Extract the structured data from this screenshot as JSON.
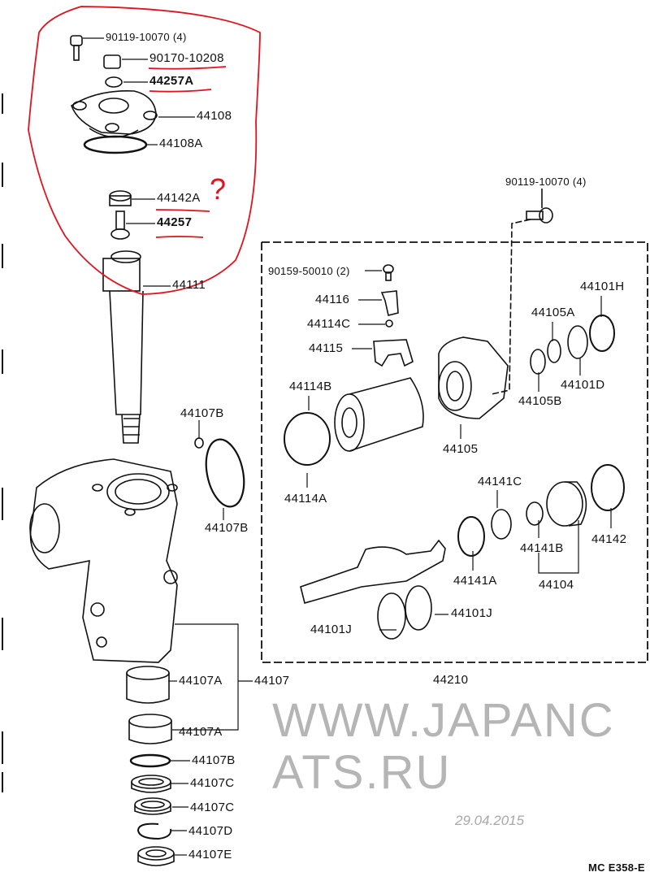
{
  "diagram": {
    "labels": {
      "top_bolt": "90119-10070 (4)",
      "nut": "90170-10208",
      "washer_44257a": "44257A",
      "cover": "44108",
      "cover_oring": "44108A",
      "plug": "44142A",
      "adjust_screw": "44257",
      "shaft": "44111",
      "oring_small": "44107B",
      "oring_large": "44107B",
      "bearing_upper": "44107A",
      "bearing_set": "44107",
      "bearing_lower": "44107A",
      "oring_bottom": "44107B",
      "seal_c1": "44107C",
      "seal_c2": "44107C",
      "snap_ring": "44107D",
      "seal_e": "44107E",
      "right_bolt": "90119-10070 (4)",
      "screw": "90159-50010 (2)",
      "clip": "44116",
      "ball": "44114C",
      "guide": "44115",
      "seal_h": "44101H",
      "oring_105a": "44105A",
      "seal_d": "44101D",
      "oring_105b": "44105B",
      "ring_114b": "44114B",
      "housing": "44105",
      "ring_114a": "44114A",
      "bearing_141c": "44141C",
      "nut_142": "44142",
      "seal_141b": "44141B",
      "oring_141a": "44141A",
      "bearing_kit": "44104",
      "ring_j1": "44101J",
      "ring_j2": "44101J",
      "valve_assy": "44210"
    },
    "figure_code": "MC  E358-E",
    "annotation_mark": "?",
    "watermark": "WWW.JAPANCATS.RU",
    "watermark_date": "29.04.2015",
    "colors": {
      "line": "#111111",
      "annotation": "#e0141e",
      "watermark": "#8a8a8a"
    }
  }
}
